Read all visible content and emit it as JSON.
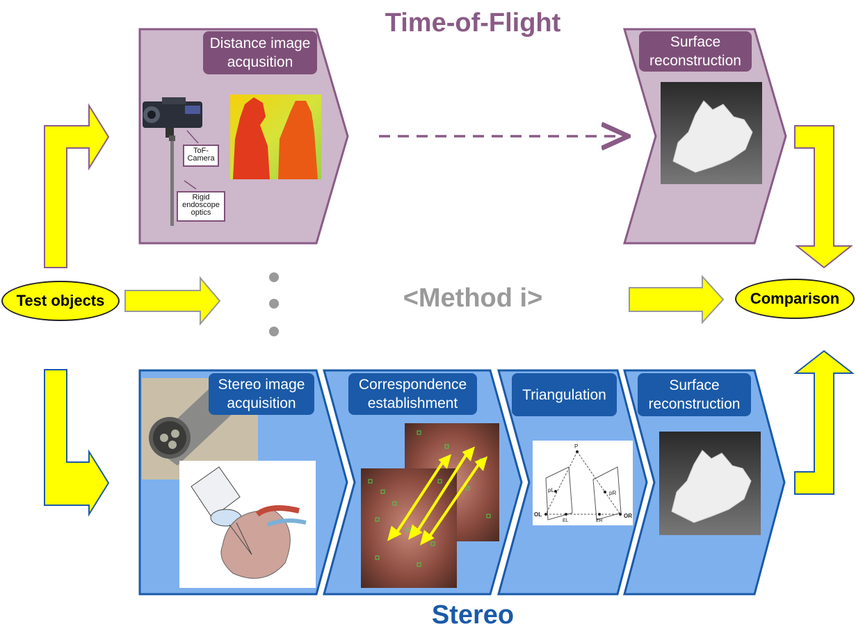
{
  "titles": {
    "top": "Time-of-Flight",
    "bottom": "Stereo",
    "middle": "<Method i>"
  },
  "ovals": {
    "start": "Test objects",
    "end": "Comparison"
  },
  "tof": {
    "step1": "Distance image\nacqusition",
    "step2": "Surface\nreconstruction",
    "camera_label": "ToF-\nCamera",
    "optics_label": "Rigid\nendoscope\noptics"
  },
  "stereo": {
    "step1": "Stereo image\nacquisition",
    "step2": "Correspondence\nestablishment",
    "step3": "Triangulation",
    "step4": "Surface\nreconstruction"
  },
  "triangulation_figure": {
    "p": "P",
    "pl": "pL",
    "pr": "pR",
    "ol": "OL",
    "or": "OR",
    "el": "EL",
    "er": "ER"
  },
  "colors": {
    "tof_fill": "#cdb7cb",
    "tof_stroke": "#8a5b86",
    "stereo_fill": "#7eb0ee",
    "stereo_stroke": "#1a5aa8",
    "arrow_fill": "#ffff00",
    "middle_text": "#9a9a9a"
  }
}
